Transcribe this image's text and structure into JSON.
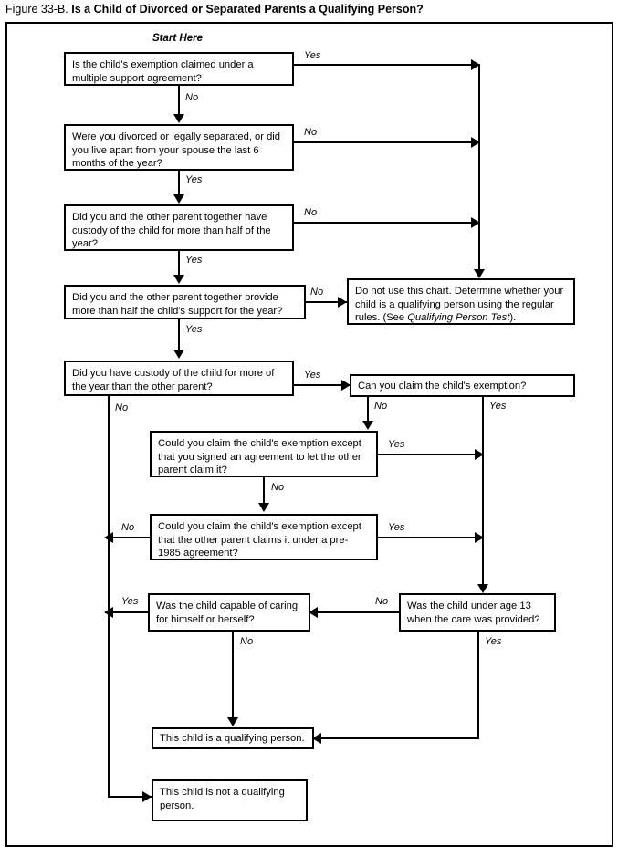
{
  "figure": {
    "label": "Figure 33-B.",
    "heading": "Is a Child of Divorced or Separated Parents a Qualifying Person?"
  },
  "start_label": "Start Here",
  "nodes": {
    "q1": "Is the child's exemption claimed under a multiple support agreement?",
    "q2": "Were you divorced or legally separated, or did you live apart from your spouse the last 6 months of the year?",
    "q3": "Did you and the other parent together have custody of the child for more than half of the year?",
    "q4": "Did you and the other parent together provide more than half the child's support for the year?",
    "q5": "Did you have custody of the child for more of the year than the other parent?",
    "q6": "Can you claim the child's exemption?",
    "q7": "Could you claim the child's exemption except that you signed an agreement to let the other parent claim it?",
    "q8": "Could you claim the child's exemption except that the other parent claims it under a pre-1985 agreement?",
    "q9": "Was the child capable of caring for himself or herself?",
    "q10": "Was the child under age 13 when the care was provided?",
    "not_chart_pre": "Do not use this chart. Determine whether your child is a qualifying person using the regular rules. (See ",
    "not_chart_italic": "Qualifying Person Test",
    "not_chart_post": ").",
    "result_yes": "This child is a qualifying person.",
    "result_no": "This child is not a qualifying person."
  },
  "edges": {
    "q1_yes": "Yes",
    "q1_no": "No",
    "q2_no": "No",
    "q2_yes": "Yes",
    "q3_no": "No",
    "q3_yes": "Yes",
    "q4_no": "No",
    "q4_yes": "Yes",
    "q5_yes": "Yes",
    "q5_no": "No",
    "q6_no": "No",
    "q6_yes": "Yes",
    "q7_yes": "Yes",
    "q7_no": "No",
    "q8_no": "No",
    "q8_yes": "Yes",
    "q9_yes": "Yes",
    "q9_no": "No",
    "q10_no": "No",
    "q10_yes": "Yes"
  },
  "chart_data": {
    "type": "table",
    "title": "Is a Child of Divorced or Separated Parents a Qualifying Person?",
    "decision_nodes": [
      {
        "id": "q1",
        "text": "Is the child's exemption claimed under a multiple support agreement?",
        "yes": "not-chart",
        "no": "q2"
      },
      {
        "id": "q2",
        "text": "Were you divorced or legally separated, or did you live apart from your spouse the last 6 months of the year?",
        "no": "not-chart",
        "yes": "q3"
      },
      {
        "id": "q3",
        "text": "Did you and the other parent together have custody of the child for more than half of the year?",
        "no": "not-chart",
        "yes": "q4"
      },
      {
        "id": "q4",
        "text": "Did you and the other parent together provide more than half the child's support for the year?",
        "no": "not-chart",
        "yes": "q5"
      },
      {
        "id": "q5",
        "text": "Did you have custody of the child for more of the year than the other parent?",
        "yes": "q6",
        "no": "result-not-qualifying"
      },
      {
        "id": "q6",
        "text": "Can you claim the child's exemption?",
        "no": "q7",
        "yes": "q10"
      },
      {
        "id": "q7",
        "text": "Could you claim the child's exemption except that you signed an agreement to let the other parent claim it?",
        "yes": "q10",
        "no": "q8"
      },
      {
        "id": "q8",
        "text": "Could you claim the child's exemption except that the other parent claims it under a pre-1985 agreement?",
        "yes": "q10",
        "no": "result-not-qualifying"
      },
      {
        "id": "q9",
        "text": "Was the child capable of caring for himself or herself?",
        "yes": "result-not-qualifying",
        "no": "result-qualifying"
      },
      {
        "id": "q10",
        "text": "Was the child under age 13 when the care was provided?",
        "no": "q9",
        "yes": "result-qualifying"
      }
    ],
    "terminal_nodes": [
      {
        "id": "not-chart",
        "text": "Do not use this chart. Determine whether your child is a qualifying person using the regular rules. (See Qualifying Person Test)."
      },
      {
        "id": "result-qualifying",
        "text": "This child is a qualifying person."
      },
      {
        "id": "result-not-qualifying",
        "text": "This child is not a qualifying person."
      }
    ]
  }
}
